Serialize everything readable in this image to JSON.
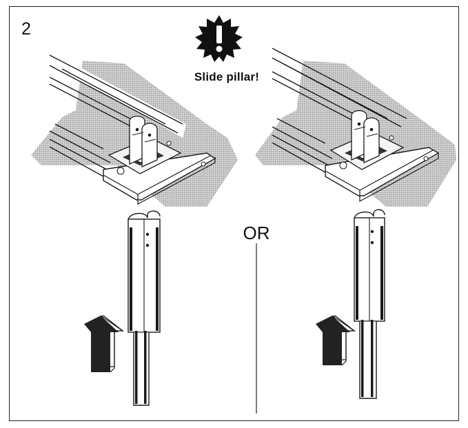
{
  "step_number": "2",
  "warning": {
    "icon": "exclamation-burst-icon",
    "text": "Slide pillar!"
  },
  "separator_label": "OR",
  "colors": {
    "line": "#1a1a1a",
    "surface_hatch": "#b9b9b9",
    "arrow_fill": "#222222"
  }
}
